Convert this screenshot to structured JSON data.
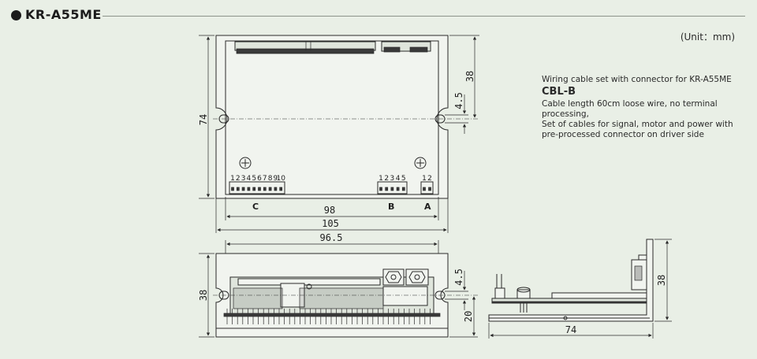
{
  "header": {
    "title": "KR-A55ME"
  },
  "unit_label": "(Unit：mm)",
  "notes": {
    "intro": "Wiring cable set with connector for KR-A55ME",
    "cable_name": "CBL-B",
    "line1": "Cable length 60cm loose wire, no terminal processing,",
    "line2": "Set of cables for signal, motor and power with pre-processed connector on driver side"
  },
  "top_view": {
    "dim_height": "74",
    "dim_right": "38",
    "dim_slot": "4.5",
    "dim_inner": "98",
    "dim_total": "105",
    "connector_c": {
      "label": "C",
      "pins": [
        "1",
        "2",
        "3",
        "4",
        "5",
        "6",
        "7",
        "8",
        "9",
        "10"
      ]
    },
    "connector_b": {
      "label": "B",
      "pins": [
        "1",
        "2",
        "3",
        "4",
        "5"
      ]
    },
    "connector_a": {
      "label": "A",
      "pins": [
        "1",
        "2"
      ]
    }
  },
  "front_view": {
    "dim_width": "96.5",
    "dim_height": "38",
    "dim_slot": "4.5",
    "dim_base": "20"
  },
  "side_view": {
    "dim_height": "38",
    "dim_depth": "74"
  },
  "colors": {
    "background": "#e9efe6",
    "line": "#2a2a2a"
  }
}
